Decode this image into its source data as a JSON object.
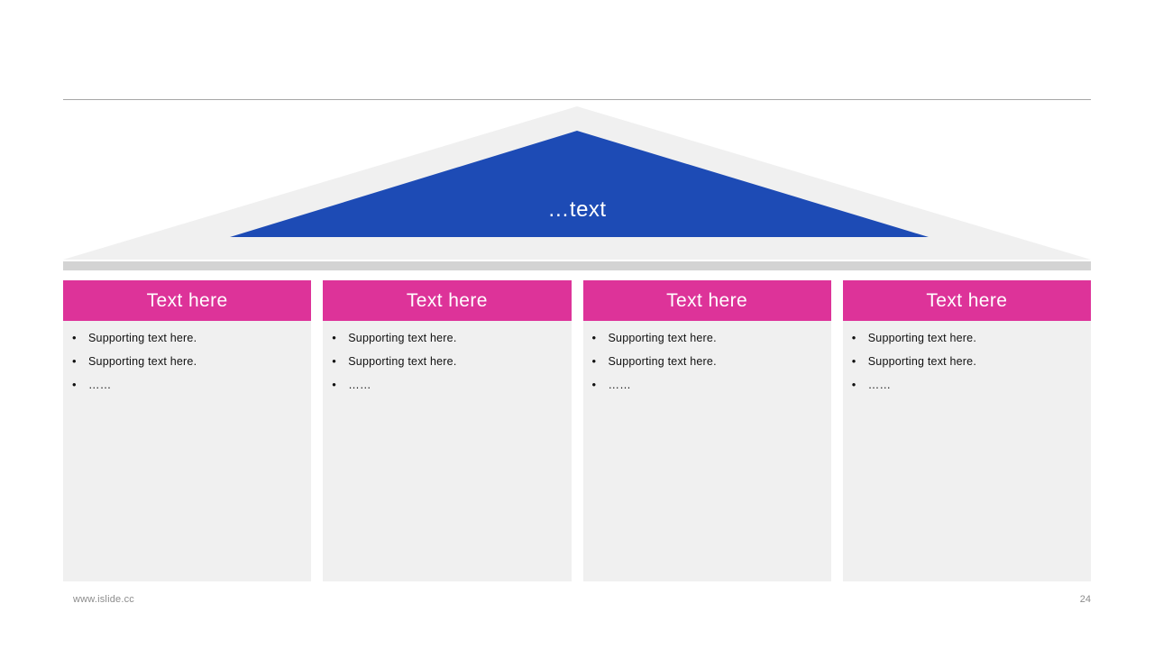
{
  "slide": {
    "page_number": "24",
    "website": "www.islide.cc",
    "colors": {
      "accent_blue": "#1d4bb5",
      "accent_pink": "#dd3399",
      "roof_shadow_gray": "#f0f0f0",
      "base_bar_gray": "#d3d3d3",
      "column_body_gray": "#f0f0f0",
      "rule_gray": "#a6a6a6",
      "footer_text_gray": "#8c8c8c"
    }
  },
  "roof": {
    "label": "…text"
  },
  "columns": [
    {
      "header": "Text here",
      "bullets": [
        "Supporting text here.",
        "Supporting text here.",
        "……"
      ]
    },
    {
      "header": "Text here",
      "bullets": [
        "Supporting text here.",
        "Supporting text here.",
        "……"
      ]
    },
    {
      "header": "Text here",
      "bullets": [
        "Supporting text here.",
        "Supporting text here.",
        "……"
      ]
    },
    {
      "header": "Text here",
      "bullets": [
        "Supporting text here.",
        "Supporting text here.",
        "……"
      ]
    }
  ],
  "bullet_glyph": "•"
}
